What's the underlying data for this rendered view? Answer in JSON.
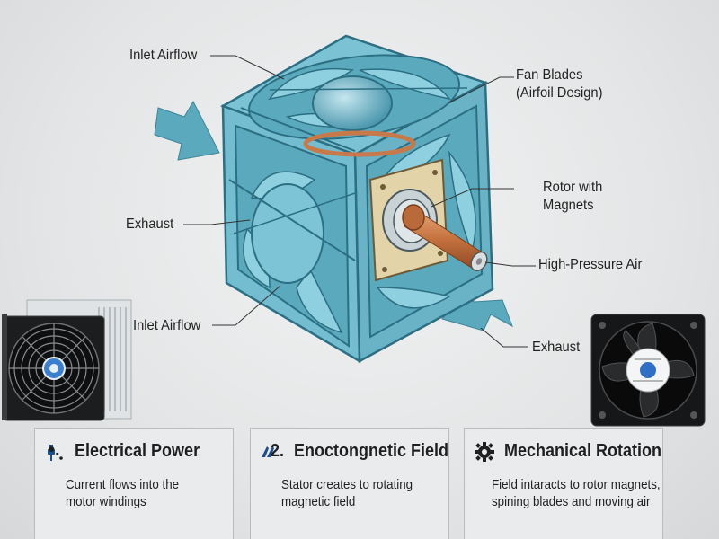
{
  "labels": {
    "inlet_top": "Inlet Airflow",
    "fan_blades_line1": "Fan Blades",
    "fan_blades_line2": "(Airfoil Design)",
    "rotor_line1": "Rotor with",
    "rotor_line2": "Magnets",
    "exhaust_left": "Exhaust",
    "high_pressure": "High-Pressure Air",
    "inlet_bottom": "Inlet Airflow",
    "exhaust_right": "Exhaust"
  },
  "cards": [
    {
      "icon": "plug-icon",
      "title": "Electrical Power",
      "body_line1": "Current flows into the",
      "body_line2": "motor windings"
    },
    {
      "icon": "magnet-field-icon",
      "title": "Enoctongnetic Field",
      "body_line1": "Stator creates to rotating",
      "body_line2": "magnetic field"
    },
    {
      "icon": "gear-icon",
      "title": "Mechanical Rotation",
      "body_line1": "Field intaracts to rotor magnets,",
      "body_line2": "spining blades and moving air"
    }
  ],
  "card_icon_prefixes": [
    "•.",
    "2."
  ],
  "colors": {
    "fan_body": "#6fb8cb",
    "fan_dark": "#2c6f83",
    "arrow": "#5aa9bd",
    "copper": "#c8794a",
    "plate": "#e3d3a8"
  }
}
